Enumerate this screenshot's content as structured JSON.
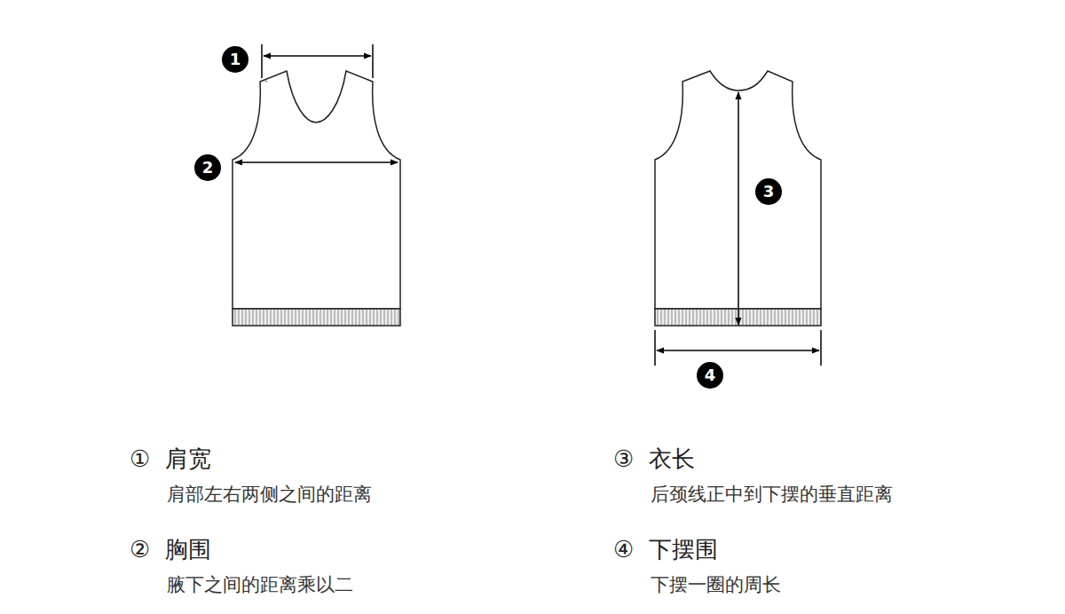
{
  "diagram": {
    "labels": [
      "1",
      "2",
      "3",
      "4",
      "①",
      "肩宽",
      "肩部左右两侧之间的距离",
      "②",
      "胸围",
      "腋下之间的距离乘以二",
      "③",
      "衣长",
      "后颈线正中到下摆的垂直距离",
      "④",
      "下摆围",
      "下摆一圈的周长"
    ]
  }
}
